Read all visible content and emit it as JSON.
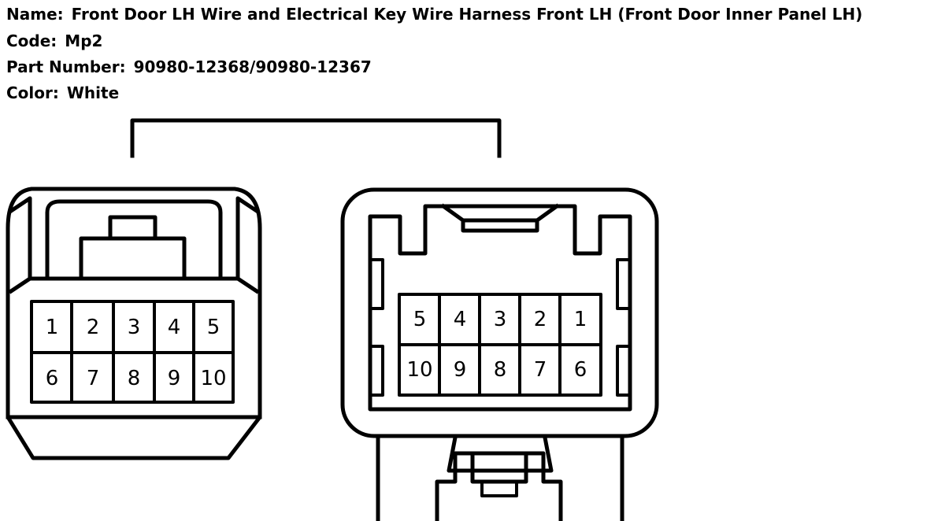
{
  "header": {
    "name_label": "Name:",
    "name_value": "Front Door LH Wire and Electrical Key Wire Harness Front LH (Front Door Inner Panel LH)",
    "code_label": "Code:",
    "code_value": "Mp2",
    "part_label": "Part Number:",
    "part_value": "90980-12368/90980-12367",
    "color_label": "Color:",
    "color_value": "White"
  },
  "connector_left": {
    "pins": [
      "1",
      "2",
      "3",
      "4",
      "5",
      "6",
      "7",
      "8",
      "9",
      "10"
    ]
  },
  "connector_right": {
    "pins": [
      "5",
      "4",
      "3",
      "2",
      "1",
      "10",
      "9",
      "8",
      "7",
      "6"
    ]
  },
  "colors": {
    "line": "#000000",
    "background": "#ffffff"
  }
}
